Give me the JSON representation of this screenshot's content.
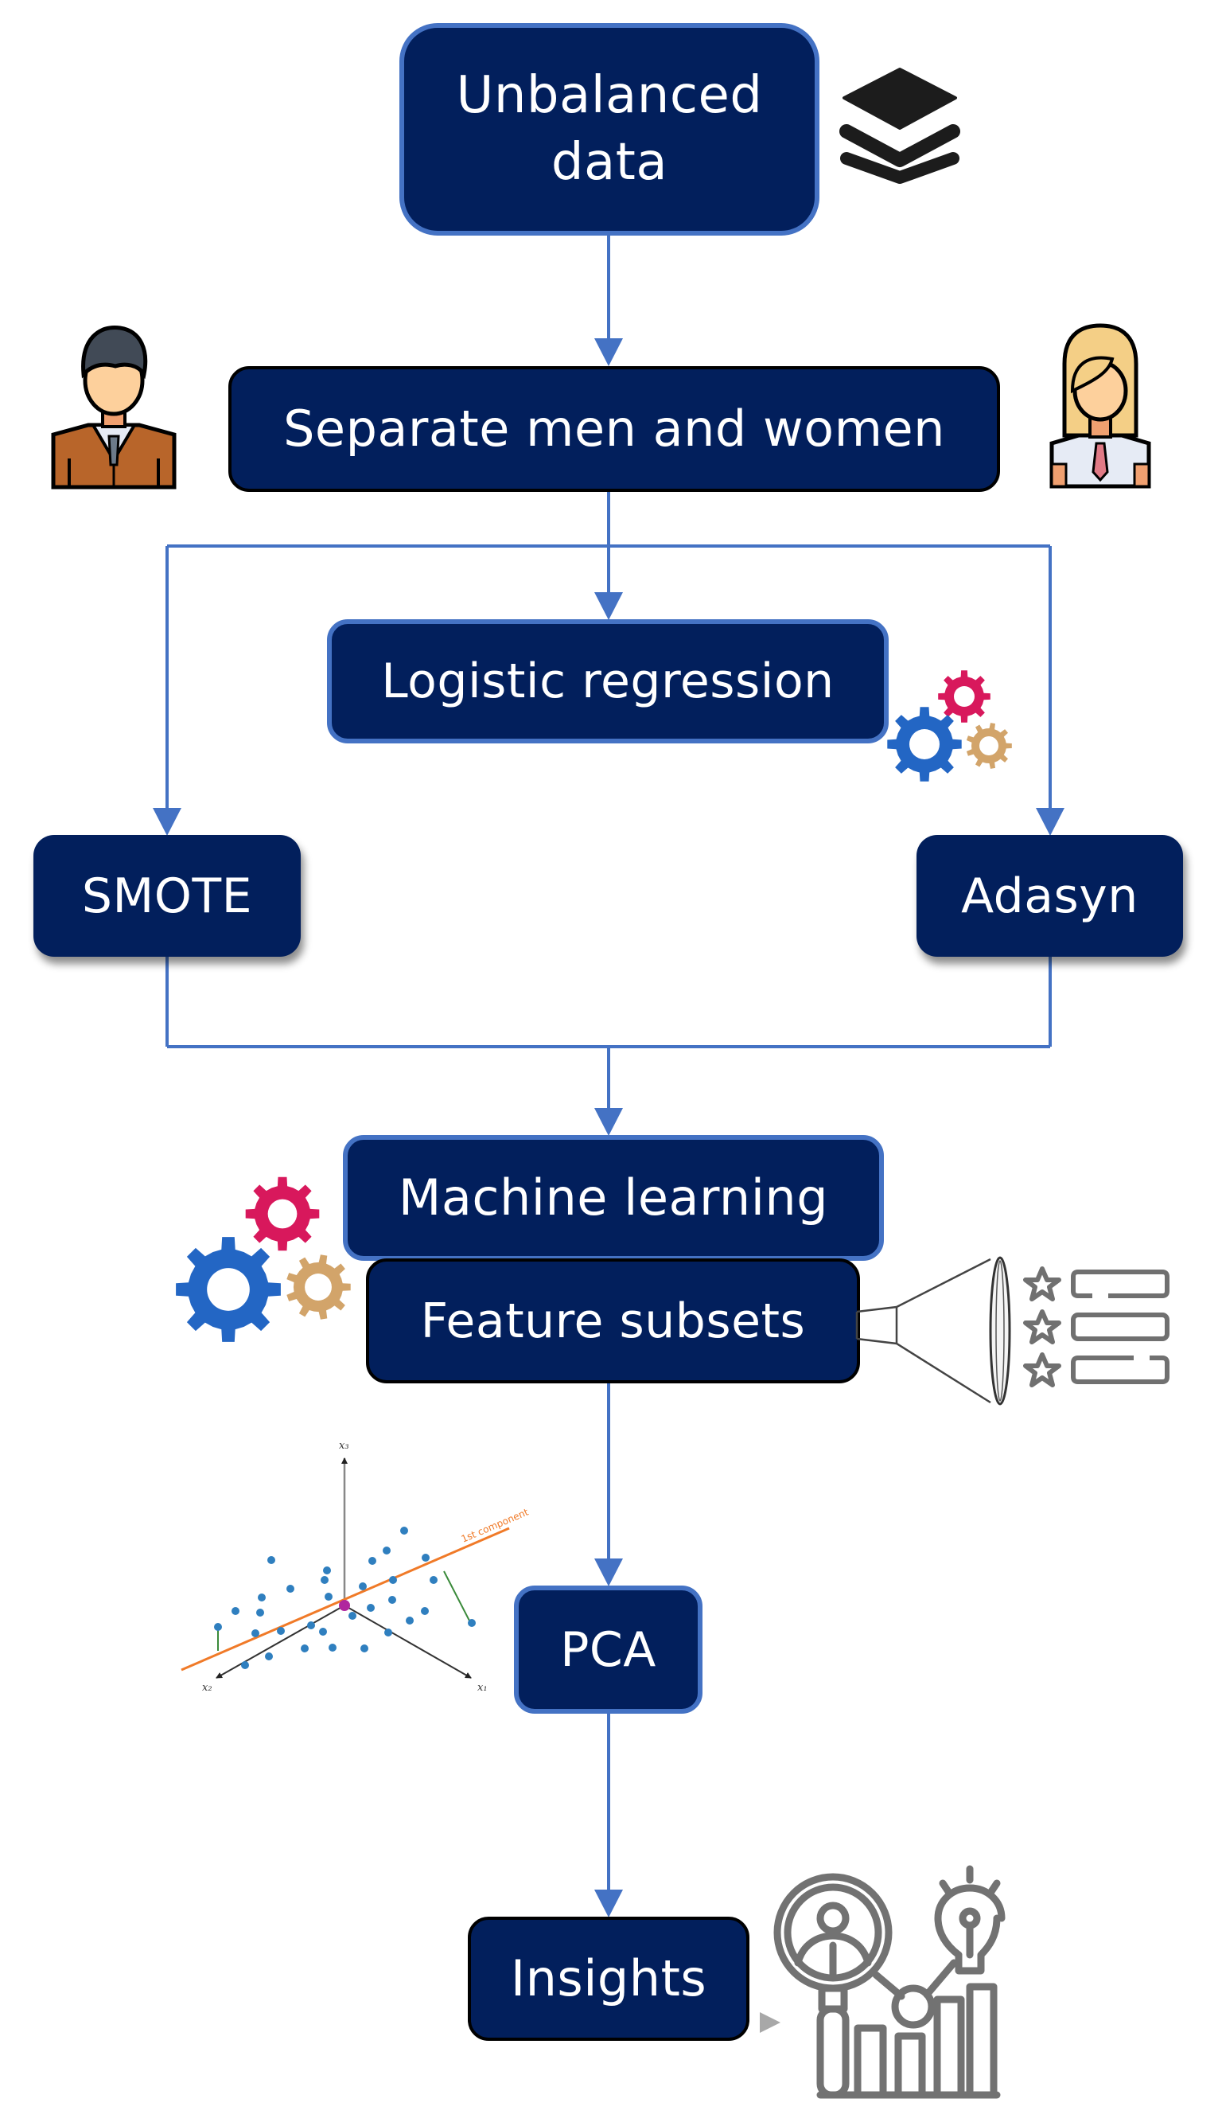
{
  "diagram": {
    "type": "flowchart",
    "colors": {
      "node_fill": "#021f5c",
      "node_text": "#ffffff",
      "connector": "#4472c4",
      "node_border_blue": "#4472c4",
      "node_border_black": "#000000"
    },
    "nodes": {
      "unbalanced": {
        "line1": "Unbalanced",
        "line2": "data"
      },
      "separate": {
        "label": "Separate men and women"
      },
      "logistic": {
        "label": "Logistic regression"
      },
      "smote": {
        "label": "SMOTE"
      },
      "adasyn": {
        "label": "Adasyn"
      },
      "ml": {
        "label": "Machine learning"
      },
      "features": {
        "label": "Feature subsets"
      },
      "pca": {
        "label": "PCA"
      },
      "insights": {
        "label": "Insights"
      }
    },
    "edges": [
      {
        "from": "Unbalanced data",
        "to": "Separate men and women"
      },
      {
        "from": "Separate men and women",
        "to": "Logistic regression"
      },
      {
        "from": "Separate men and women",
        "to": "SMOTE"
      },
      {
        "from": "Separate men and women",
        "to": "Adasyn"
      },
      {
        "from": "SMOTE",
        "to": "Machine learning"
      },
      {
        "from": "Adasyn",
        "to": "Machine learning"
      },
      {
        "from": "Feature subsets",
        "to": "PCA"
      },
      {
        "from": "PCA",
        "to": "Insights"
      }
    ],
    "icons": {
      "layers": "layers-stack-icon",
      "man": "man-avatar-icon",
      "woman": "woman-avatar-icon",
      "gears_small": "gears-icon",
      "gears_large": "gears-icon",
      "funnel": "funnel-filter-icon",
      "starred_list": "starred-list-icon",
      "pca_plot": "pca-scatter-illustration",
      "insights": "analytics-insight-icon"
    },
    "pca_plot": {
      "axis_labels": [
        "x1",
        "x2",
        "x3"
      ],
      "component_label": "1st component"
    }
  }
}
